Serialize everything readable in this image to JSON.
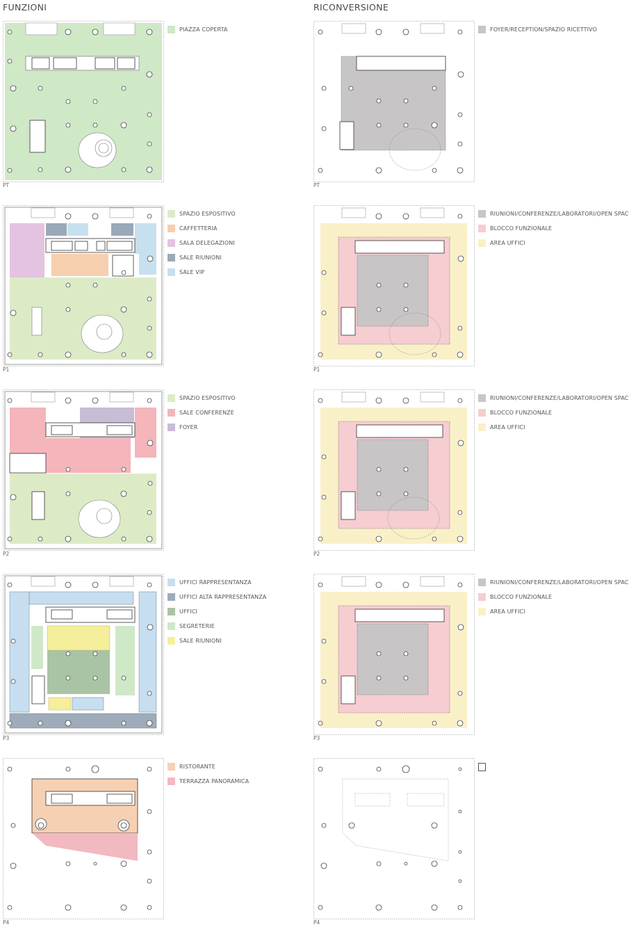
{
  "headers": {
    "left": "FUNZIONI",
    "right": "RICONVERSIONE"
  },
  "colors": {
    "piazza": "#cfe8c6",
    "espositivo": "#dcebc6",
    "caffetteria": "#f6cfae",
    "delegazioni": "#e3c3e0",
    "riunioni": "#9aa9b8",
    "vip": "#c7e0ef",
    "conferenze": "#f4b5bb",
    "foyer": "#c8bcd6",
    "uffici_rapp": "#c6def0",
    "uffici_alta": "#9eacba",
    "uffici": "#a9c4a4",
    "segreterie": "#cfe8c7",
    "sale_riunioni": "#f5ef9c",
    "ristorante": "#f6d0b3",
    "terrazza": "#f2b9c0",
    "ricevimento": "#c8c5c7",
    "blocco": "#f6cdd1",
    "area_uffici": "#faf0c8"
  },
  "left": [
    {
      "label": "PT",
      "legend": [
        {
          "text": "PIAZZA COPERTA",
          "color": "#cfe8c6"
        }
      ]
    },
    {
      "label": "P1",
      "legend": [
        {
          "text": "SPAZIO ESPOSITIVO",
          "color": "#dcebc6"
        },
        {
          "text": "CAFFETTERIA",
          "color": "#f6cfae"
        },
        {
          "text": "SALA DELEGAZIONI",
          "color": "#e3c3e0"
        },
        {
          "text": "SALE RIUNIONI",
          "color": "#9aa9b8"
        },
        {
          "text": "SALE VIP",
          "color": "#c7e0ef"
        }
      ]
    },
    {
      "label": "P2",
      "legend": [
        {
          "text": "SPAZIO ESPOSITIVO",
          "color": "#dcebc6"
        },
        {
          "text": "SALE CONFERENZE",
          "color": "#f4b5bb"
        },
        {
          "text": "FOYER",
          "color": "#c8bcd6"
        }
      ]
    },
    {
      "label": "P3",
      "legend": [
        {
          "text": "UFFICI RAPPRESENTANZA",
          "color": "#c6def0"
        },
        {
          "text": "UFFICI ALTA RAPPRESENTANZA",
          "color": "#9eacba"
        },
        {
          "text": "UFFICI",
          "color": "#a9c4a4"
        },
        {
          "text": "SEGRETERIE",
          "color": "#cfe8c7"
        },
        {
          "text": "SALE RIUNIONI",
          "color": "#f5ef9c"
        }
      ]
    },
    {
      "label": "P4",
      "legend": [
        {
          "text": "RISTORANTE",
          "color": "#f6d0b3"
        },
        {
          "text": "TERRAZZA PANORAMICA",
          "color": "#f2b9c0"
        }
      ]
    }
  ],
  "right": [
    {
      "label": "PT",
      "legend": [
        {
          "text": "FOYER/RECEPTION/SPAZIO RICETTIVO",
          "color": "#c8c5c7"
        }
      ]
    },
    {
      "label": "P1",
      "legend": [
        {
          "text": "RIUNIONI/CONFERENZE/LABORATORI/OPEN SPACE",
          "color": "#c8c5c7"
        },
        {
          "text": "BLOCCO FUNZIONALE",
          "color": "#f6cdd1"
        },
        {
          "text": "AREA UFFICI",
          "color": "#faf0c8"
        }
      ]
    },
    {
      "label": "P2",
      "legend": [
        {
          "text": "RIUNIONI/CONFERENZE/LABORATORI/OPEN SPACE",
          "color": "#c8c5c7"
        },
        {
          "text": "BLOCCO FUNZIONALE",
          "color": "#f6cdd1"
        },
        {
          "text": "AREA UFFICI",
          "color": "#faf0c8"
        }
      ]
    },
    {
      "label": "P3",
      "legend": [
        {
          "text": "RIUNIONI/CONFERENZE/LABORATORI/OPEN SPACE",
          "color": "#c8c5c7"
        },
        {
          "text": "BLOCCO FUNZIONALE",
          "color": "#f6cdd1"
        },
        {
          "text": "AREA UFFICI",
          "color": "#faf0c8"
        }
      ]
    },
    {
      "label": "P4",
      "legend": [
        {
          "text": "",
          "color": ""
        }
      ]
    }
  ]
}
